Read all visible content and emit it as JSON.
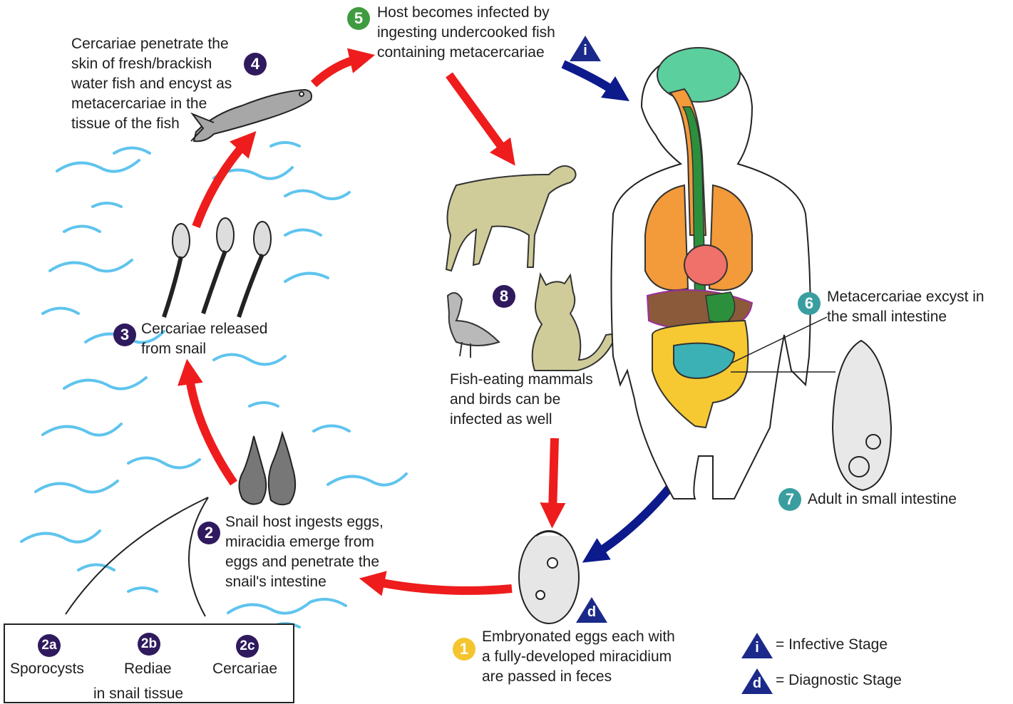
{
  "stages": {
    "s1": {
      "num": "1",
      "text": "Embryonated eggs each with\na fully-developed miracidium\nare passed in feces"
    },
    "s2": {
      "num": "2",
      "text": "Snail host ingests eggs,\nmiracidia emerge from\neggs and penetrate the\nsnail's intestine"
    },
    "s3": {
      "num": "3",
      "text": "Cercariae released\nfrom snail"
    },
    "s4": {
      "num": "4",
      "text": "Cercariae penetrate the\nskin of fresh/brackish\nwater fish and encyst as\nmetacercariae in the\ntissue of the fish"
    },
    "s5": {
      "num": "5",
      "text": "Host becomes infected by\ningesting undercooked fish\ncontaining metacercariae"
    },
    "s6": {
      "num": "6",
      "text": "Metacercariae excyst in\nthe small intestine"
    },
    "s7": {
      "num": "7",
      "text": "Adult in small intestine"
    },
    "s8": {
      "num": "8",
      "text": "Fish-eating mammals\nand birds can be\ninfected as well"
    }
  },
  "snail_box": {
    "s2a": {
      "num": "2a",
      "label": "Sporocysts"
    },
    "s2b": {
      "num": "2b",
      "label": "Rediae"
    },
    "s2c": {
      "num": "2c",
      "label": "Cercariae"
    },
    "footer": "in snail tissue"
  },
  "legend": {
    "infective": {
      "symbol": "i",
      "label": "= Infective Stage"
    },
    "diagnostic": {
      "symbol": "d",
      "label": "= Diagnostic Stage"
    }
  },
  "markers": {
    "infective_symbol": "i",
    "diagnostic_symbol": "d"
  },
  "colors": {
    "red_arrow": "#ee1c1c",
    "blue_arrow": "#0d1a8c",
    "water": "#5fc4ee",
    "stage_purple": "#2f1a5e",
    "stage_green": "#3f9b3f",
    "stage_teal": "#3a9ea0",
    "stage_gold": "#f4c52e"
  }
}
